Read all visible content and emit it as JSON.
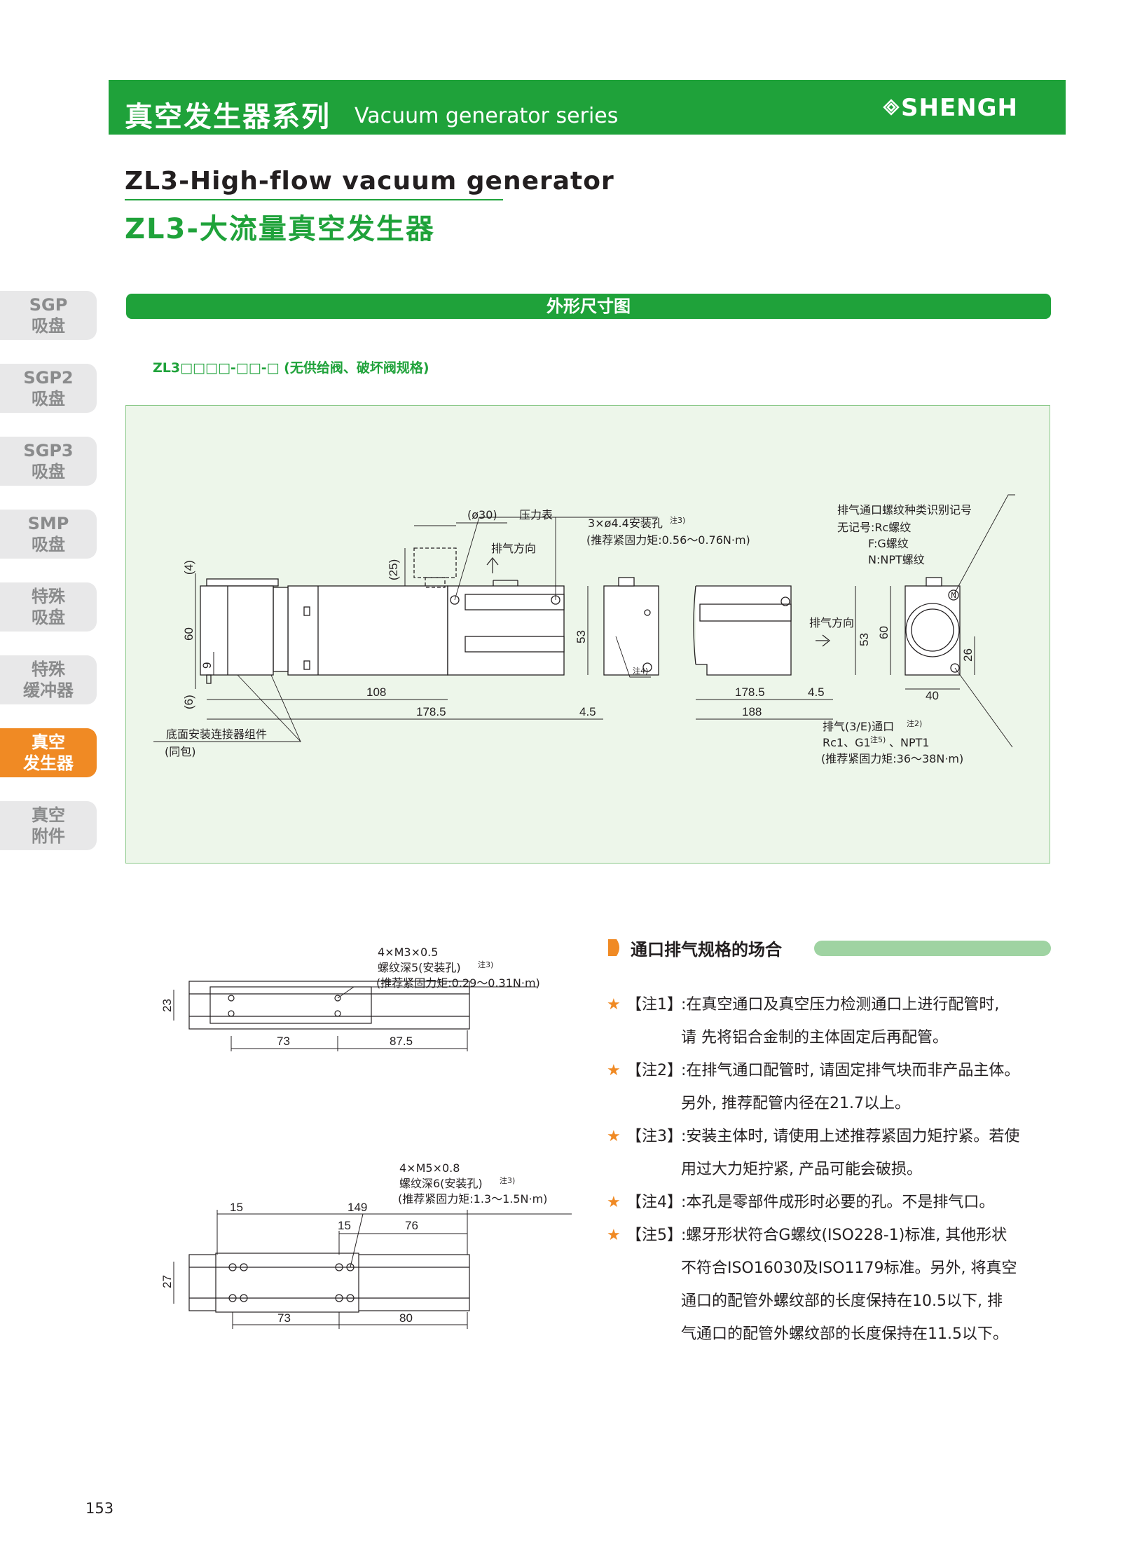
{
  "header": {
    "title_cn": "真空发生器系列",
    "title_en": "Vacuum generator series",
    "brand": "SHENGH",
    "bar_color": "#1fa23a"
  },
  "title": {
    "en": "ZL3-High-flow vacuum generator",
    "cn": "ZL3-大流量真空发生器"
  },
  "sidebar": {
    "items": [
      {
        "line1": "SGP",
        "line2": "吸盘",
        "active": false
      },
      {
        "line1": "SGP2",
        "line2": "吸盘",
        "active": false
      },
      {
        "line1": "SGP3",
        "line2": "吸盘",
        "active": false
      },
      {
        "line1": "SMP",
        "line2": "吸盘",
        "active": false
      },
      {
        "line1": "特殊",
        "line2": "吸盘",
        "active": false
      },
      {
        "line1": "特殊",
        "line2": "缓冲器",
        "active": false
      },
      {
        "line1": "真空",
        "line2": "发生器",
        "active": true
      },
      {
        "line1": "真空",
        "line2": "附件",
        "active": false
      }
    ],
    "active_color": "#f08a24"
  },
  "section": {
    "title": "外形尺寸图",
    "model_code": "ZL3□□□□-□□-□ (无供给阀、破坏阀规格)"
  },
  "drawing": {
    "labels": {
      "gauge_dia": "(ø30)",
      "gauge": "压力表",
      "holes": "3×ø4.4安装孔",
      "holes_note": "注3)",
      "holes_torque": "(推荐紧固力矩:0.56～0.76N·m)",
      "exhaust_dir_1": "排气方向",
      "exhaust_dir_2": "排气方向",
      "port_id_title": "排气通口螺纹种类识别记号",
      "port_id_none": "无记号:Rc螺纹",
      "port_id_f": "F:G螺纹",
      "port_id_n": "N:NPT螺纹",
      "port_symbol": "N",
      "exhaust_port": "排气(3/E)通口",
      "exhaust_port_note": "注2)",
      "exhaust_threads_a": "Rc1、G1",
      "exhaust_threads_note": "注5)",
      "exhaust_threads_b": "、NPT1",
      "exhaust_torque": "(推荐紧固力矩:36～38N·m)",
      "note4": "注4)",
      "bottom_mount_1": "底面安装连接器组件",
      "bottom_mount_2": "(同包)"
    },
    "dims": {
      "d4": "(4)",
      "d25": "(25)",
      "d60a": "60",
      "d9": "9",
      "d6": "(6)",
      "d108": "108",
      "d1785a": "178.5",
      "d45a": "4.5",
      "d53a": "53",
      "d1785b": "178.5",
      "d45b": "4.5",
      "d188": "188",
      "d53b": "53",
      "d60b": "60",
      "d26": "26",
      "d40": "40"
    }
  },
  "hole_pattern_1": {
    "thread": "4×M3×0.5",
    "depth": "螺纹深5(安装孔)",
    "note": "注3)",
    "torque": "(推荐紧固力矩:0.29～0.31N·m)",
    "d23": "23",
    "d73": "73",
    "d875": "87.5"
  },
  "hole_pattern_2": {
    "thread": "4×M5×0.8",
    "depth": "螺纹深6(安装孔)",
    "note": "注3)",
    "torque": "(推荐紧固力矩:1.3～1.5N·m)",
    "d15a": "15",
    "d149": "149",
    "d15b": "15",
    "d76": "76",
    "d27": "27",
    "d73": "73",
    "d80": "80"
  },
  "notes": {
    "heading": "通口排气规格的场合",
    "star": "★",
    "items": [
      {
        "tag": "【注1】",
        "text": ":在真空通口及真空压力检测通口上进行配管时,\n请 先将铝合金制的主体固定后再配管。"
      },
      {
        "tag": "【注2】",
        "text": ":在排气通口配管时, 请固定排气块而非产品主体。\n另外, 推荐配管内径在21.7以上。"
      },
      {
        "tag": "【注3】",
        "text": ":安装主体时, 请使用上述推荐紧固力矩拧紧。若使\n用过大力矩拧紧, 产品可能会破损。"
      },
      {
        "tag": "【注4】",
        "text": ":本孔是零部件成形时必要的孔。不是排气口。"
      },
      {
        "tag": "【注5】",
        "text": ":螺牙形状符合G螺纹(ISO228-1)标准, 其他形状\n不符合ISO16030及ISO1179标准。另外, 将真空\n通口的配管外螺纹部的长度保持在10.5以下, 排\n气通口的配管外螺纹部的长度保持在11.5以下。"
      }
    ]
  },
  "page_number": "153"
}
